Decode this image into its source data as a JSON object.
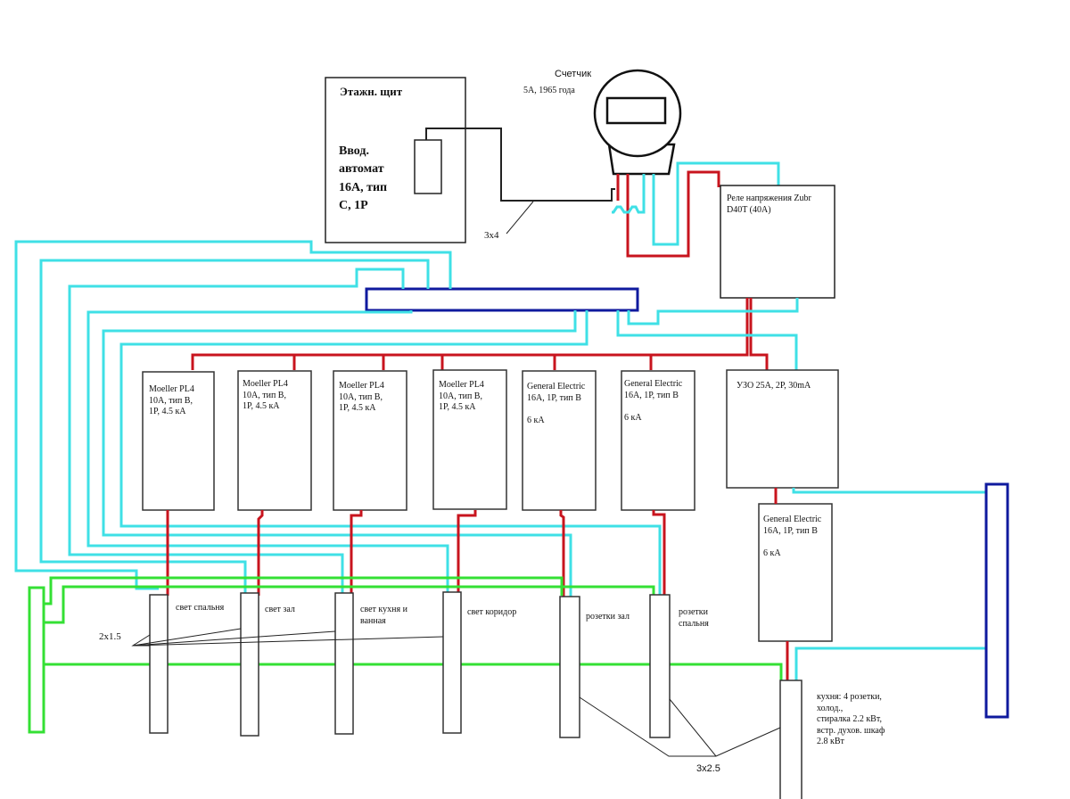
{
  "colors": {
    "phase": "#c8141e",
    "neutral": "#3fe0e6",
    "ground": "#34e034",
    "bus": "#0f1a9e",
    "outline": "#222222"
  },
  "floor_panel": {
    "title": "Этажн. щит",
    "breaker_label": "Ввод.\nавтомат\n16А, тип\nС, 1Р",
    "feed_cable": "3х4"
  },
  "meter": {
    "title": "Счетчик",
    "spec": "5А, 1965 года"
  },
  "voltage_relay": {
    "label": "Реле напряжения Zubr\nD40T (40A)"
  },
  "rcd": {
    "label": "УЗО 25А, 2Р, 30mA"
  },
  "breakers": [
    {
      "label": "Moeller PL4\n10A, тип B,\n1P, 4.5 кА"
    },
    {
      "label": "Moeller PL4\n10A, тип B,\n1P, 4.5 кА"
    },
    {
      "label": "Moeller PL4\n10A, тип B,\n1P, 4.5 кА"
    },
    {
      "label": "Moeller PL4\n10A, тип B,\n1P, 4.5 кА"
    },
    {
      "label": "General Electric\n16A, 1P, тип B\n\n6 кА"
    },
    {
      "label": "General Electric\n16A, 1P, тип B\n\n6 кА"
    },
    {
      "label": "General Electric\n16A, 1P, тип B\n\n6 кА"
    }
  ],
  "circuits": [
    {
      "label": "свет спальня"
    },
    {
      "label": "свет зал"
    },
    {
      "label": "свет кухня и\nванная"
    },
    {
      "label": "свет коридор"
    },
    {
      "label": "розетки зал"
    },
    {
      "label": "розетки\nспальня"
    },
    {
      "label": "кухня: 4 розетки,\nхолод.,\nстиралка 2.2 кВт,\nвстр. духов. шкаф\n2.8 кВт"
    }
  ],
  "cables": {
    "lighting": "2х1.5",
    "sockets": "3х2.5"
  }
}
